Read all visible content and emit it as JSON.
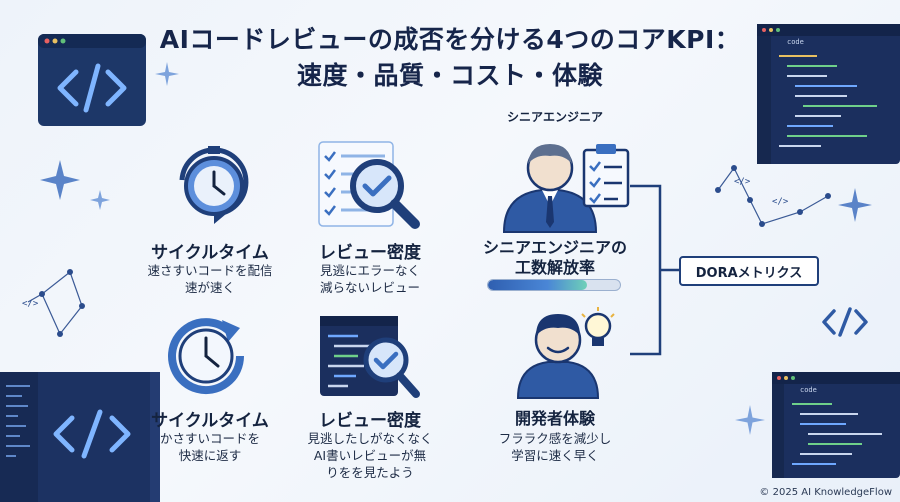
{
  "title": {
    "line1": "AIコードレビューの成否を分ける4つのコアKPI：",
    "line2": "速度・品質・コスト・体験"
  },
  "cards": [
    {
      "label": "サイクルタイム",
      "desc1": "速さすいコードを配信",
      "desc2": "速が速く",
      "icon": "stopwatch-icon"
    },
    {
      "label": "レビュー密度",
      "desc1": "見逃にエラーなく",
      "desc2": "減らないレビュー",
      "icon": "magnifier-checklist-icon"
    },
    {
      "label": "サイクルタイム",
      "desc1": "かさすいコードを",
      "desc2": "快速に返す",
      "icon": "clock-refresh-icon"
    },
    {
      "label": "レビュー密度",
      "desc1": "見逃したしがなくなく",
      "desc2": "AI書いレビューが無",
      "desc3": "りをを見たよう",
      "icon": "code-magnifier-icon"
    }
  ],
  "senior": {
    "top_label": "シニアエンジニア",
    "title1": "シニアエンジニアの",
    "title2": "工数解放率",
    "progress": 0.75
  },
  "developer": {
    "title": "開発者体験",
    "desc1": "フララク感を減少し",
    "desc2": "学習に速く早く"
  },
  "code_window_label": "code",
  "badge": "DORAメトリクス",
  "footer": "© 2025 AI KnowledgeFlow",
  "colors": {
    "navy": "#1a3670",
    "blue": "#3a6fc0",
    "light_blue": "#8fb4e6",
    "dark_panel": "#1b2f5e"
  }
}
